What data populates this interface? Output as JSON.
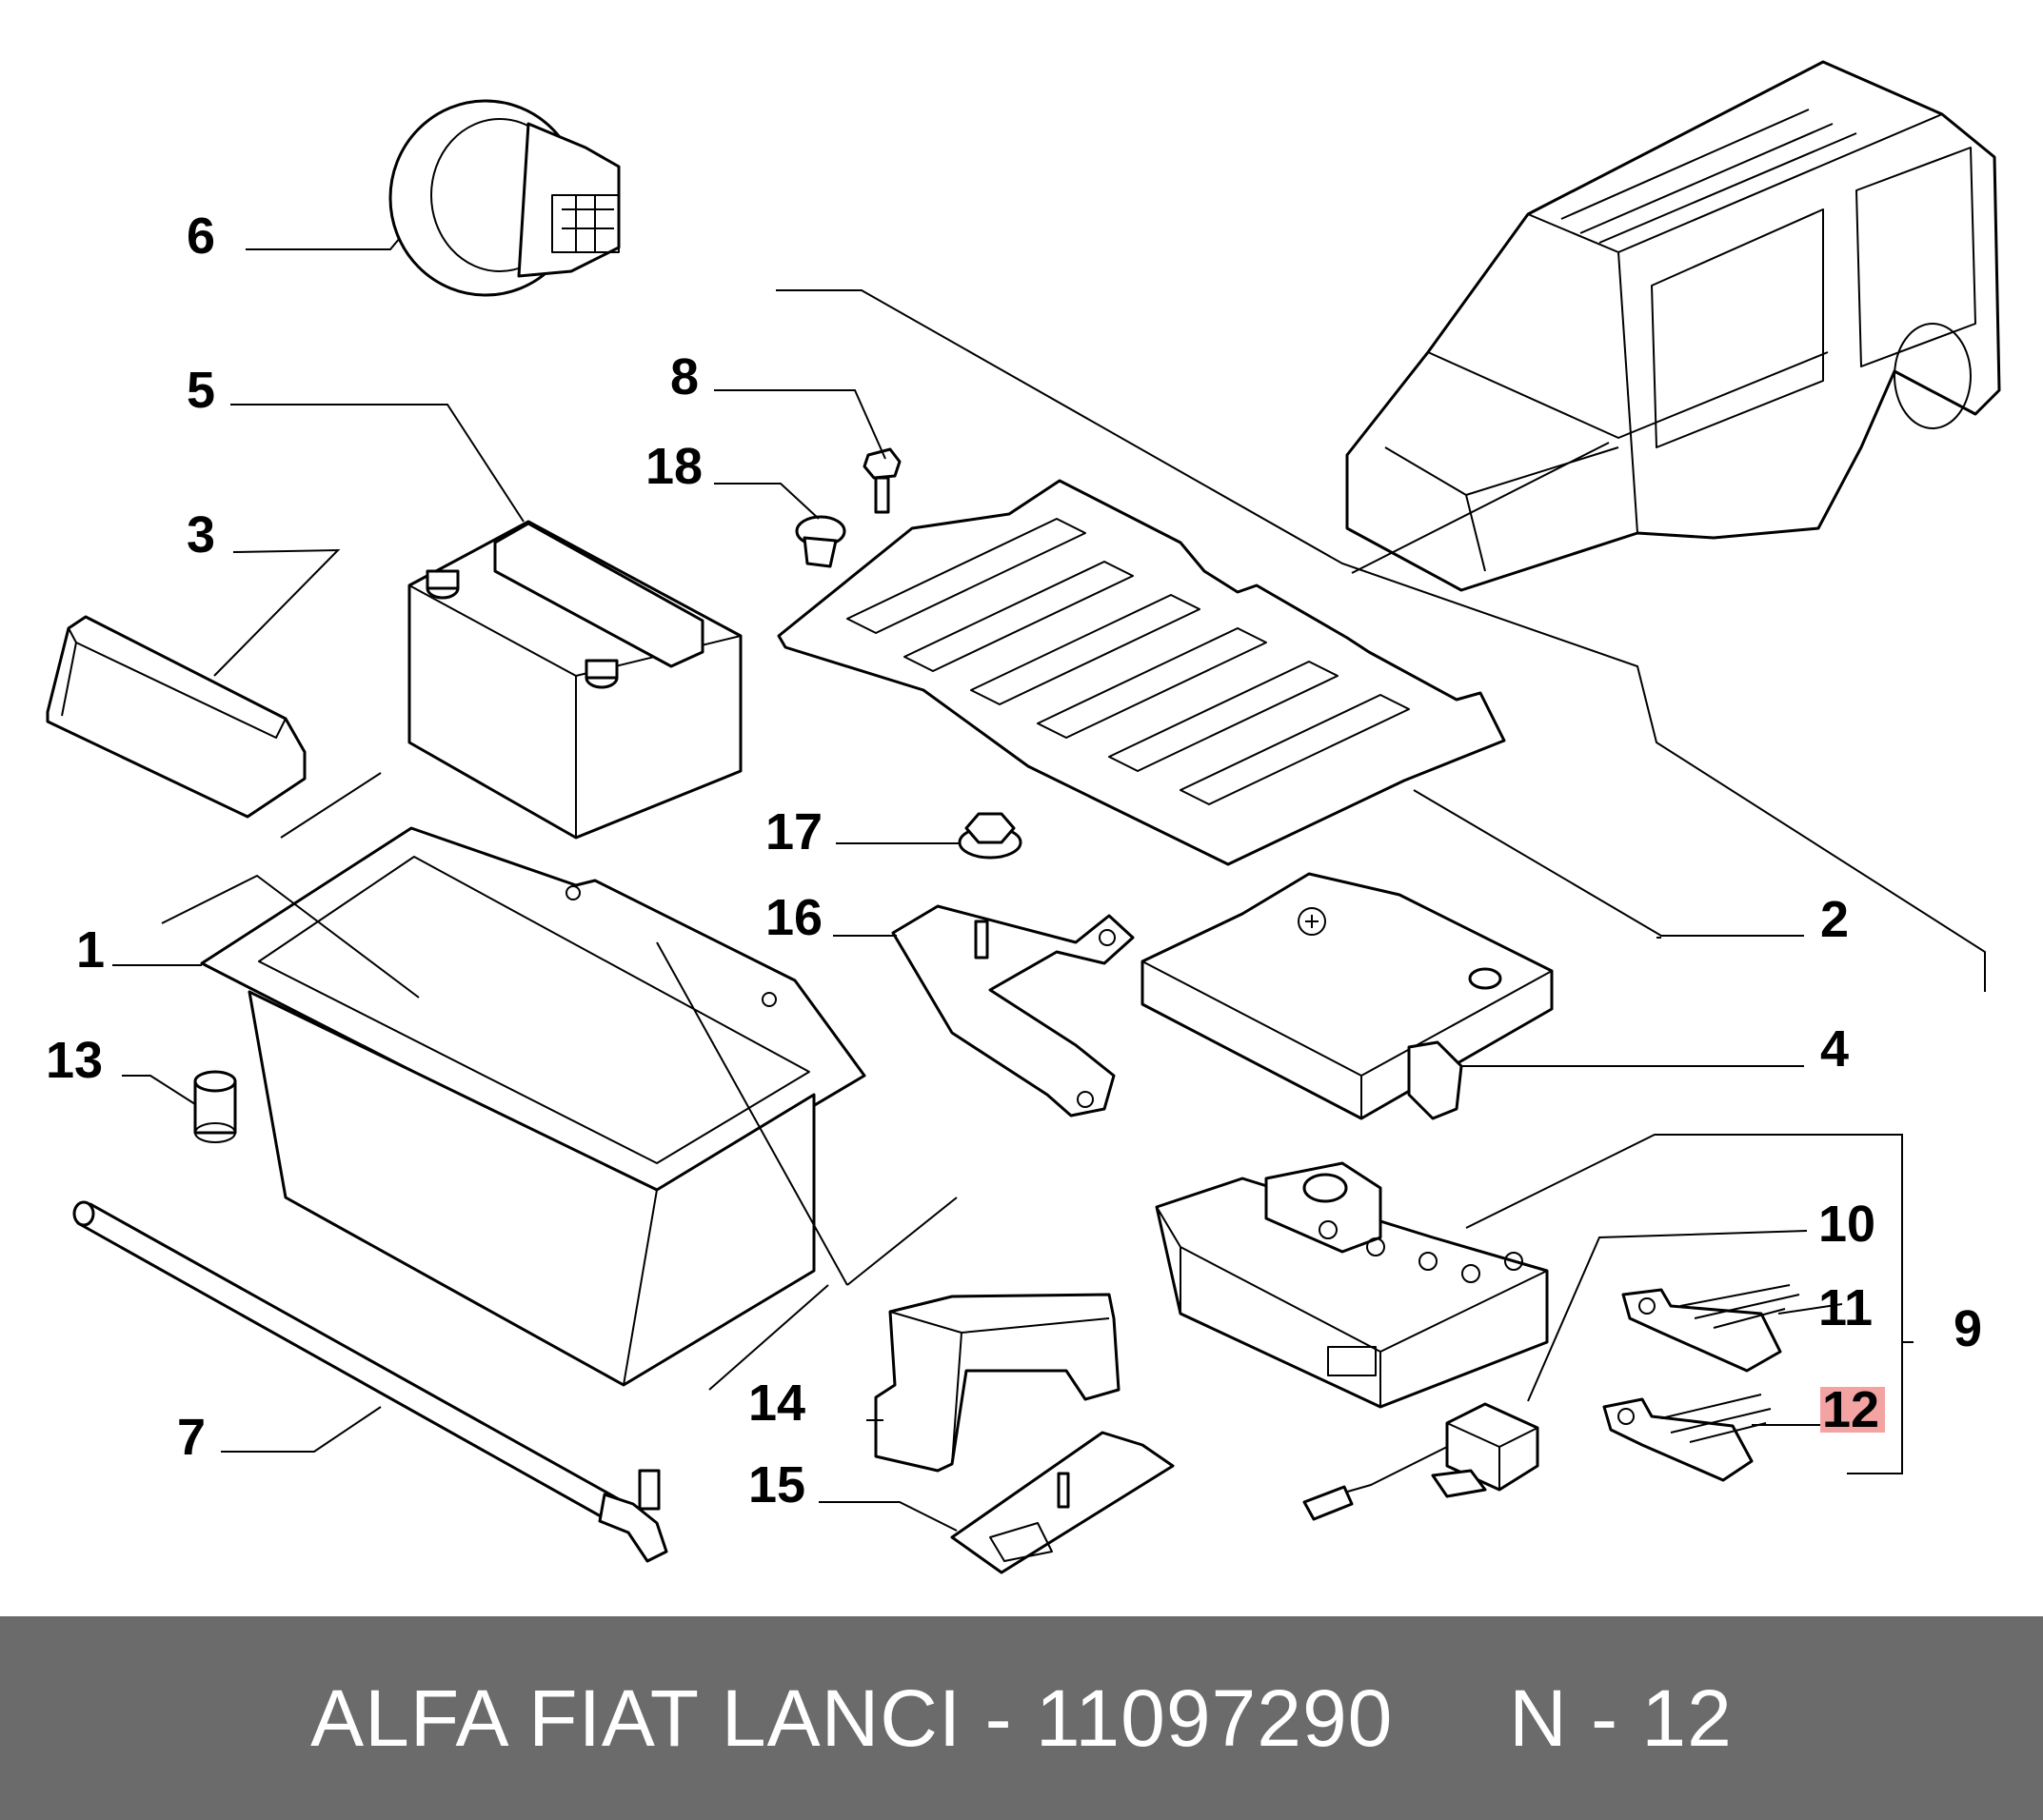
{
  "colors": {
    "footer_background": "#6b6b6b",
    "footer_text": "#ffffff",
    "highlight_fill": "#f4a3a3",
    "highlight_text": "#c0001f",
    "line_color": "#000000"
  },
  "callouts": {
    "c1": "1",
    "c2": "2",
    "c3": "3",
    "c4": "4",
    "c5": "5",
    "c6": "6",
    "c7": "7",
    "c8": "8",
    "c9": "9",
    "c10": "10",
    "c11": "11",
    "c12": "12",
    "c13": "13",
    "c14": "14",
    "c15": "15",
    "c16": "16",
    "c17": "17",
    "c18": "18"
  },
  "highlighted_callout": "12",
  "footer": {
    "brand_part": "ALFA FIAT LANCI - 11097290",
    "ref": "N - 12"
  }
}
